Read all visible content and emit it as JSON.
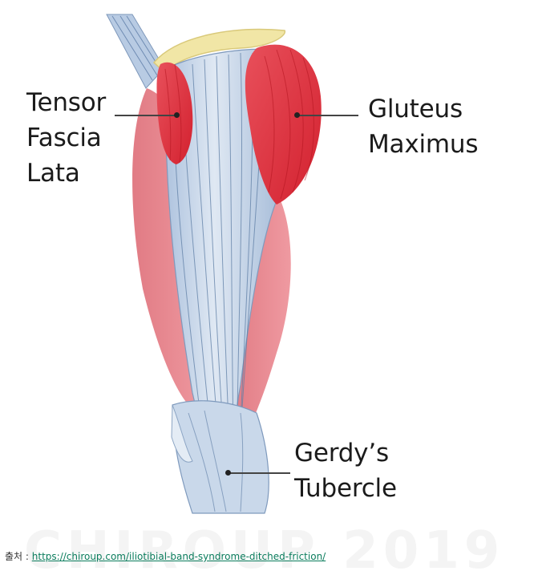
{
  "labels": {
    "tensor_fascia_lata": [
      "Tensor",
      "Fascia",
      "Lata"
    ],
    "gluteus_maximus": [
      "Gluteus",
      "Maximus"
    ],
    "gerdys_tubercle": [
      "Gerdy’s",
      "Tubercle"
    ]
  },
  "caption": {
    "prefix": "출처 : ",
    "link": "https://chiroup.com/iliotibial-band-syndrome-ditched-friction/"
  },
  "colors": {
    "muscle_red": "#e2323f",
    "muscle_pink": "#e9707a",
    "fascia_blue": "#c9d8ea",
    "fascia_line": "#5f7fa6",
    "bone_yellow": "#f1e6a6",
    "link": "#0a7c5c"
  }
}
